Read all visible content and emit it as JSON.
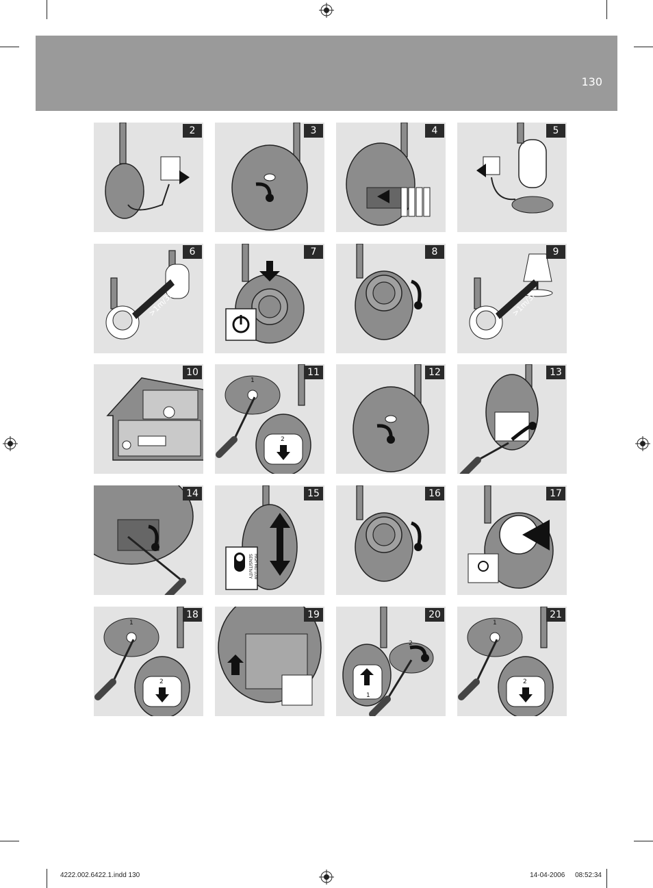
{
  "page_number": "130",
  "colors": {
    "header": "#9a9a9a",
    "panel": "#e3e3e3",
    "device": "#8c8c8c",
    "badge": "#2a2a2a"
  },
  "panels": [
    {
      "number": "2",
      "scene": "adapter-plug-in"
    },
    {
      "number": "3",
      "scene": "unscrew-battery-cover"
    },
    {
      "number": "4",
      "scene": "insert-batteries"
    },
    {
      "number": "5",
      "scene": "charger-plug-in"
    },
    {
      "number": "6",
      "scene": "distance",
      "label": ">1m/3ft"
    },
    {
      "number": "7",
      "scene": "power-button"
    },
    {
      "number": "8",
      "scene": "volume-dial"
    },
    {
      "number": "9",
      "scene": "distance-lamp",
      "label": ">1m/3ft"
    },
    {
      "number": "10",
      "scene": "house-placement"
    },
    {
      "number": "11",
      "scene": "screwdriver-open"
    },
    {
      "number": "12",
      "scene": "unscrew-battery-cover"
    },
    {
      "number": "13",
      "scene": "remove-battery-pack"
    },
    {
      "number": "14",
      "scene": "battery-compartment"
    },
    {
      "number": "15",
      "scene": "sensitivity-switch"
    },
    {
      "number": "16",
      "scene": "volume-dial"
    },
    {
      "number": "17",
      "scene": "nightlight"
    },
    {
      "number": "18",
      "scene": "screwdriver-open"
    },
    {
      "number": "19",
      "scene": "sound-switch"
    },
    {
      "number": "20",
      "scene": "screwdriver-close"
    },
    {
      "number": "21",
      "scene": "screwdriver-open"
    }
  ],
  "panel_texts": {
    "sensitivity": "SENSITIVITY",
    "sens_levels": "HIGH   MID   LOW",
    "step1": "1",
    "step2": "2"
  },
  "footer": {
    "file": "4222.002.6422.1.indd   130",
    "date": "14-04-2006",
    "time": "08:52:34"
  }
}
